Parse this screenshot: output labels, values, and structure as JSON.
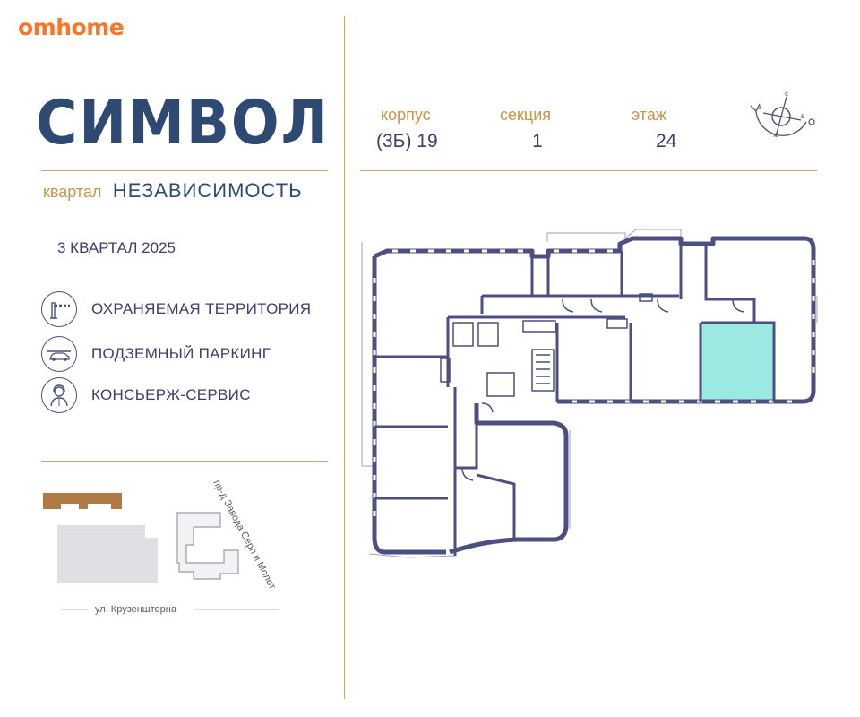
{
  "brand": "omhome",
  "project": {
    "title": "СИМВОЛ",
    "district_label": "квартал",
    "district_name": "НЕЗАВИСИМОСТЬ",
    "completion": "3 КВАРТАЛ 2025"
  },
  "features": [
    {
      "icon": "barrier-gate-icon",
      "label": "ОХРАНЯЕМАЯ ТЕРРИТОРИЯ"
    },
    {
      "icon": "car-parking-icon",
      "label": "ПОДЗЕМНЫЙ ПАРКИНГ"
    },
    {
      "icon": "concierge-icon",
      "label": "КОНСЬЕРЖ-СЕРВИС"
    }
  ],
  "params": {
    "building_label": "корпус",
    "building_value": "(3Б) 19",
    "section_label": "секция",
    "section_value": "1",
    "floor_label": "этаж",
    "floor_value": "24"
  },
  "compass": {
    "north": "с",
    "west": "з",
    "east": "в",
    "south": "ю"
  },
  "sitemap": {
    "street_1": "ул. Крузенштерна",
    "street_2": "пр-д Завода Серп и Молот"
  },
  "colors": {
    "brand": "#f4772a",
    "title": "#2f4a72",
    "gold": "#c9a36a",
    "wall": "#4d4f82",
    "highlight": "#9beae1"
  }
}
